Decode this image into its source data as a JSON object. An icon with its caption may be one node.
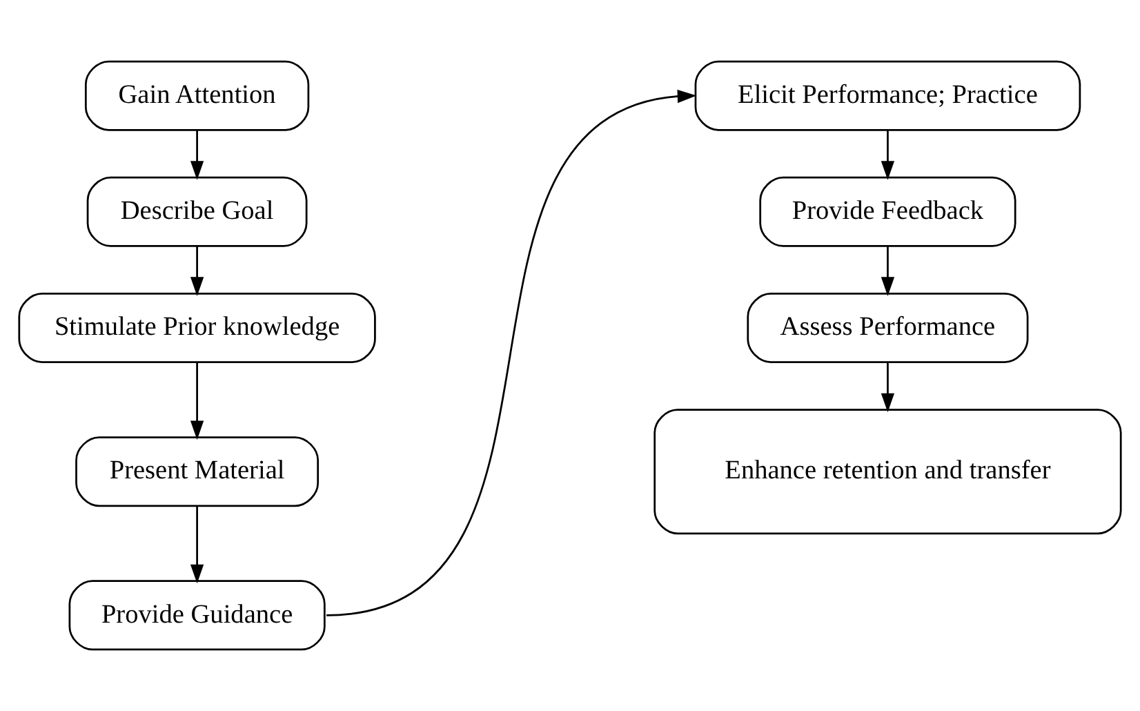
{
  "diagram": {
    "nodes": [
      {
        "text": [
          "Gain Attention"
        ]
      },
      {
        "text": [
          "Describe Goal"
        ]
      },
      {
        "text": [
          "Stimulate Prior knowledge"
        ]
      },
      {
        "text": [
          "Present Material"
        ]
      },
      {
        "text": [
          "Provide Guidance"
        ]
      },
      {
        "text": [
          "Elicit Performance; Practice"
        ]
      },
      {
        "text": [
          "Provide Feedback"
        ]
      },
      {
        "text": [
          "Assess Performance"
        ]
      },
      {
        "text": [
          "Enhance retention and transfer"
        ]
      }
    ],
    "edges": [
      {
        "from": 0,
        "to": 1,
        "arrow": "to"
      },
      {
        "from": 1,
        "to": 2,
        "arrow": "to"
      },
      {
        "from": 2,
        "to": 3,
        "arrow": "to"
      },
      {
        "from": 3,
        "to": 4,
        "arrow": "to"
      },
      {
        "from": 4,
        "to": 5,
        "arrow": "to"
      },
      {
        "from": 5,
        "to": 6,
        "arrow": "to"
      },
      {
        "from": 6,
        "to": 7,
        "arrow": "to"
      },
      {
        "from": 7,
        "to": 8,
        "arrow": "to"
      }
    ]
  }
}
